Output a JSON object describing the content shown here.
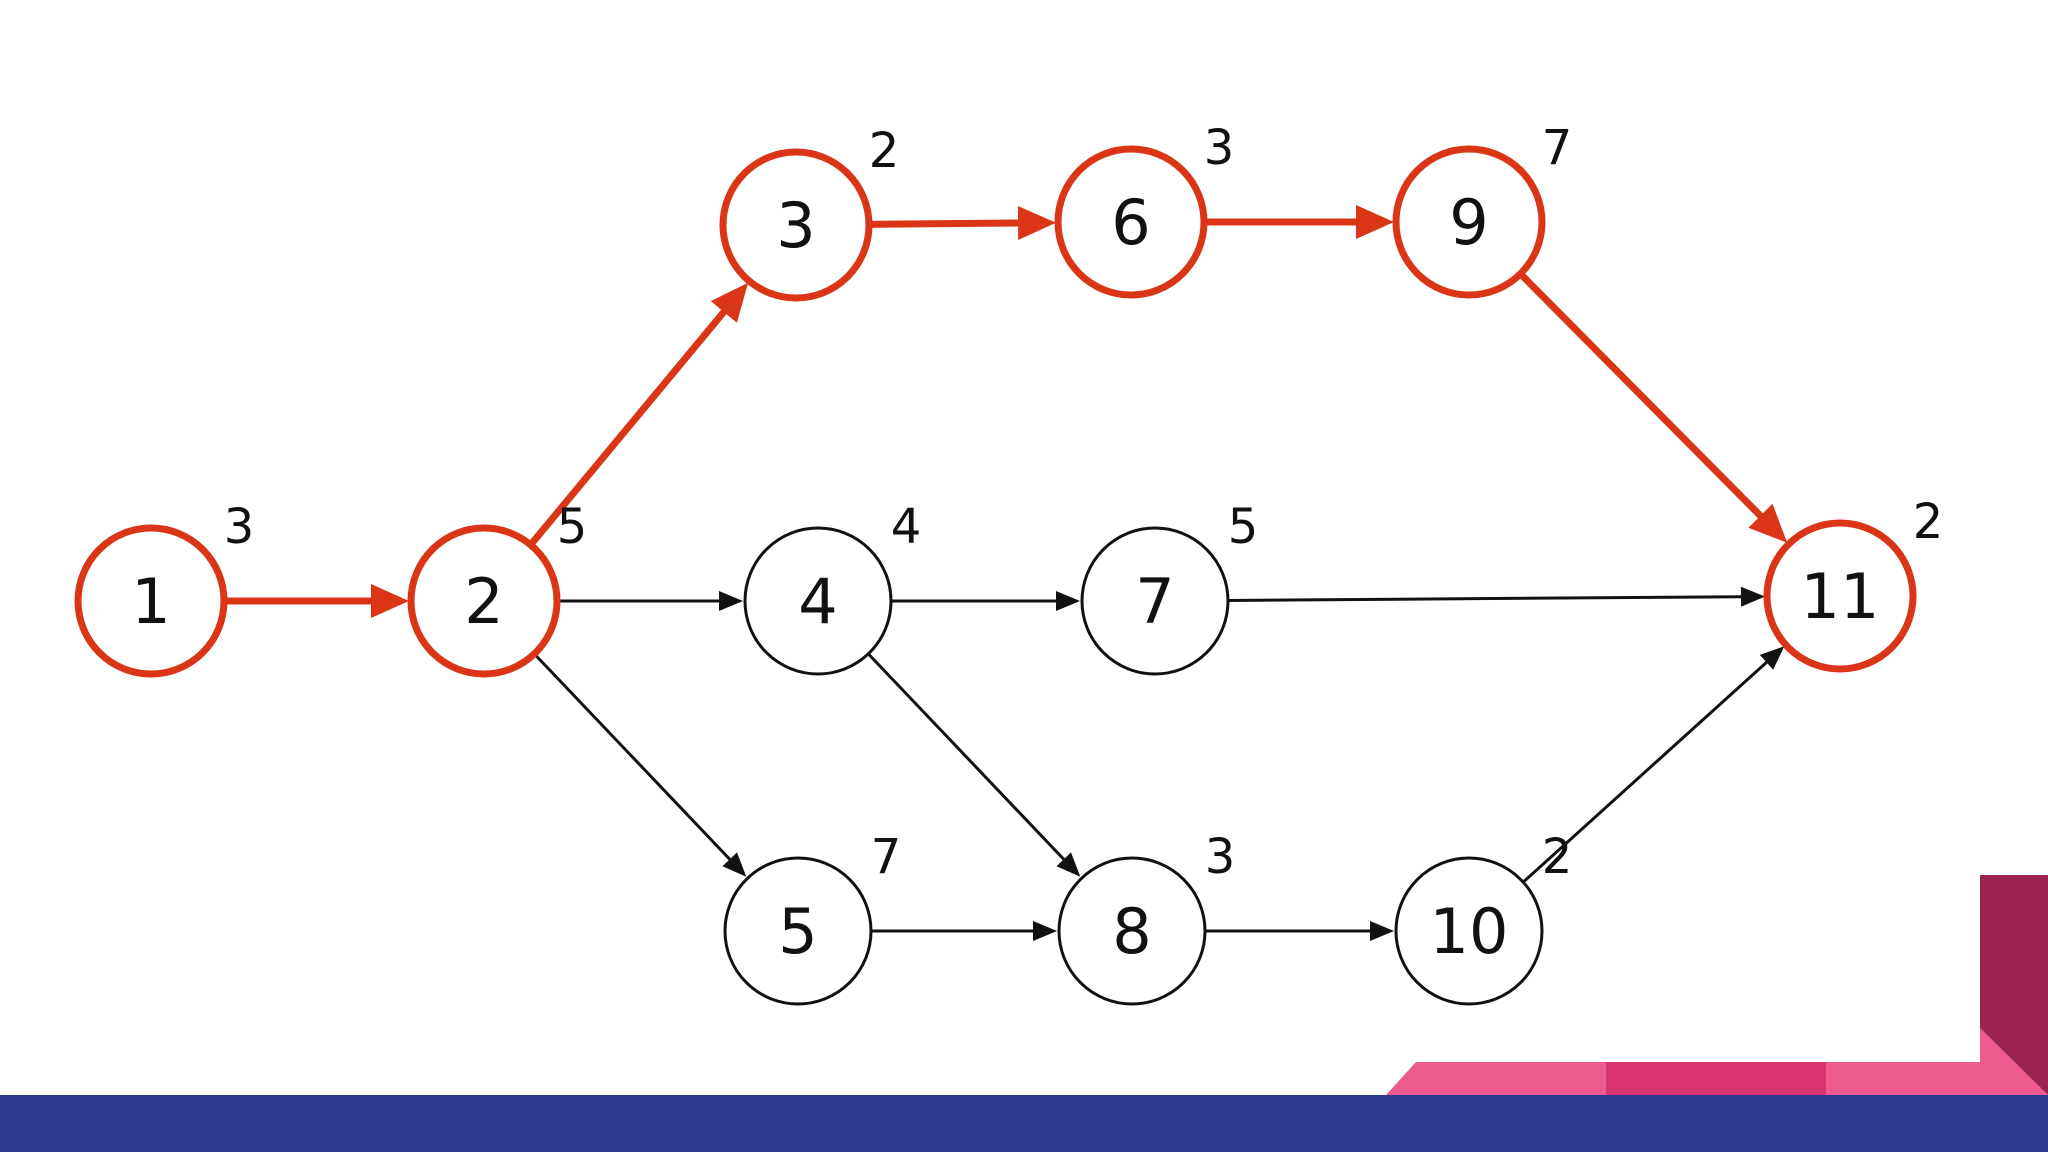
{
  "colors": {
    "critical": "#d93516",
    "normal": "#111111",
    "footer_bar": "#2b3a8c",
    "accent_pink": "#ee5b8e",
    "accent_deep_pink": "#d8336f",
    "accent_maroon": "#9c2450",
    "background": "#ffffff"
  },
  "nodes": [
    {
      "id": "1",
      "label": "1",
      "duration": "3",
      "critical": true
    },
    {
      "id": "2",
      "label": "2",
      "duration": "5",
      "critical": true
    },
    {
      "id": "3",
      "label": "3",
      "duration": "2",
      "critical": true
    },
    {
      "id": "4",
      "label": "4",
      "duration": "4",
      "critical": false
    },
    {
      "id": "5",
      "label": "5",
      "duration": "7",
      "critical": false
    },
    {
      "id": "6",
      "label": "6",
      "duration": "3",
      "critical": true
    },
    {
      "id": "7",
      "label": "7",
      "duration": "5",
      "critical": false
    },
    {
      "id": "8",
      "label": "8",
      "duration": "3",
      "critical": false
    },
    {
      "id": "9",
      "label": "9",
      "duration": "7",
      "critical": true
    },
    {
      "id": "10",
      "label": "10",
      "duration": "2",
      "critical": false
    },
    {
      "id": "11",
      "label": "11",
      "duration": "2",
      "critical": true
    }
  ],
  "edges": [
    {
      "from": "1",
      "to": "2",
      "critical": true
    },
    {
      "from": "2",
      "to": "3",
      "critical": true
    },
    {
      "from": "3",
      "to": "6",
      "critical": true
    },
    {
      "from": "6",
      "to": "9",
      "critical": true
    },
    {
      "from": "9",
      "to": "11",
      "critical": true
    },
    {
      "from": "2",
      "to": "4",
      "critical": false
    },
    {
      "from": "2",
      "to": "5",
      "critical": false
    },
    {
      "from": "4",
      "to": "7",
      "critical": false
    },
    {
      "from": "4",
      "to": "8",
      "critical": false
    },
    {
      "from": "5",
      "to": "8",
      "critical": false
    },
    {
      "from": "7",
      "to": "11",
      "critical": false
    },
    {
      "from": "8",
      "to": "10",
      "critical": false
    },
    {
      "from": "10",
      "to": "11",
      "critical": false
    }
  ]
}
